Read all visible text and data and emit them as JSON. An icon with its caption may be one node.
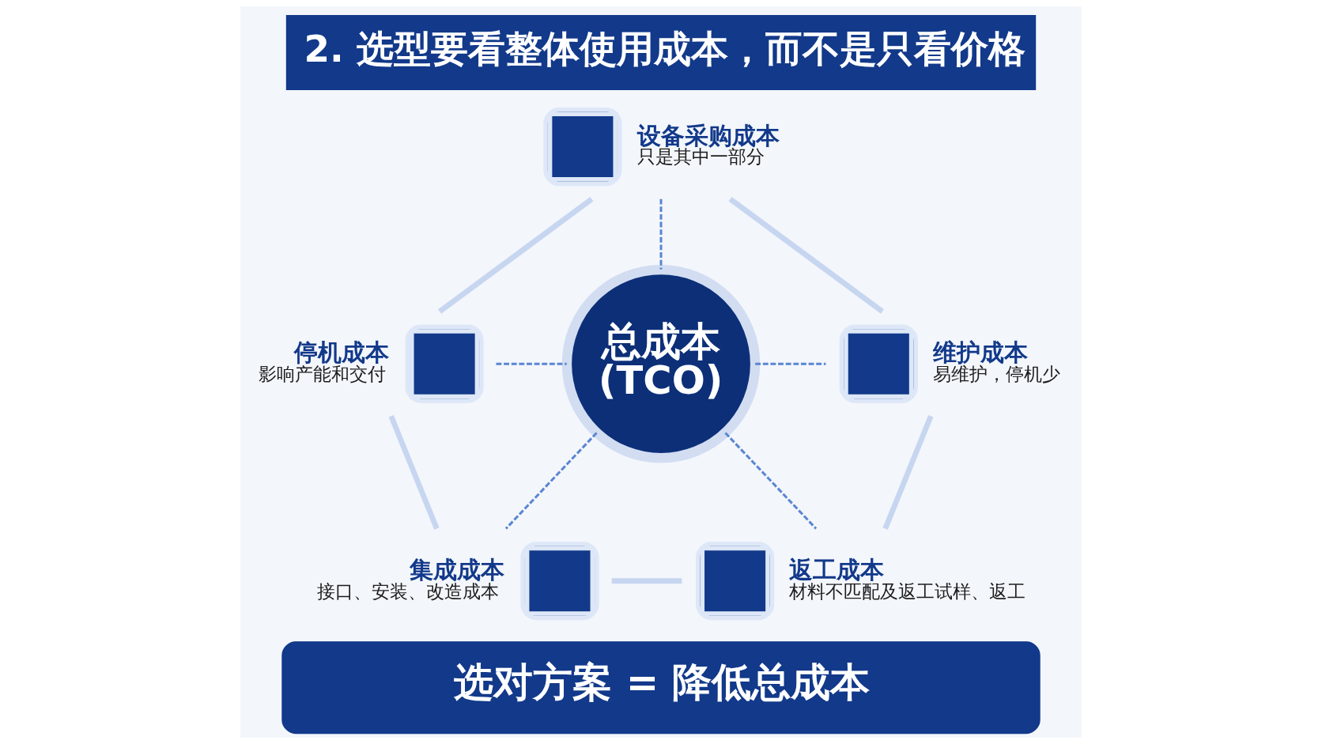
{
  "diagram": {
    "title": "2. 选型要看整体使用成本，而不是只看价格",
    "nodes": [
      {
        "text": [
          "设备采购成本",
          "只是其中一部分"
        ]
      },
      {
        "text": [
          "停机成本",
          "影响产能和交付"
        ]
      },
      {
        "text": [
          "总成本",
          "(TCO)"
        ]
      },
      {
        "text": [
          "维护成本",
          "易维护，停机少"
        ]
      },
      {
        "text": [
          "集成成本",
          "接口、安装、改造成本"
        ]
      },
      {
        "text": [
          "返工成本",
          "材料不匹配及返工试样、返工"
        ]
      },
      {
        "text": [
          "选对方案 = 降低总成本"
        ]
      }
    ],
    "edges": [
      {
        "from": 0,
        "to": 2,
        "arrow": "none",
        "style": "dashed"
      },
      {
        "from": 1,
        "to": 2,
        "arrow": "none",
        "style": "dashed"
      },
      {
        "from": 2,
        "to": 3,
        "arrow": "none",
        "style": "dashed"
      },
      {
        "from": 2,
        "to": 4,
        "arrow": "none",
        "style": "dashed"
      },
      {
        "from": 2,
        "to": 5,
        "arrow": "none",
        "style": "dashed"
      },
      {
        "from": 0,
        "to": 3,
        "arrow": "none",
        "style": "thick",
        "color": "#c7d6f0"
      },
      {
        "from": 3,
        "to": 5,
        "arrow": "none",
        "style": "thick",
        "color": "#c7d6f0"
      },
      {
        "from": 4,
        "to": 5,
        "arrow": "none",
        "style": "thick",
        "color": "#c7d6f0"
      },
      {
        "from": 1,
        "to": 4,
        "arrow": "none",
        "style": "thick",
        "color": "#c7d6f0"
      },
      {
        "from": 0,
        "to": 1,
        "arrow": "none",
        "style": "thick",
        "color": "#c7d6f0"
      }
    ]
  }
}
